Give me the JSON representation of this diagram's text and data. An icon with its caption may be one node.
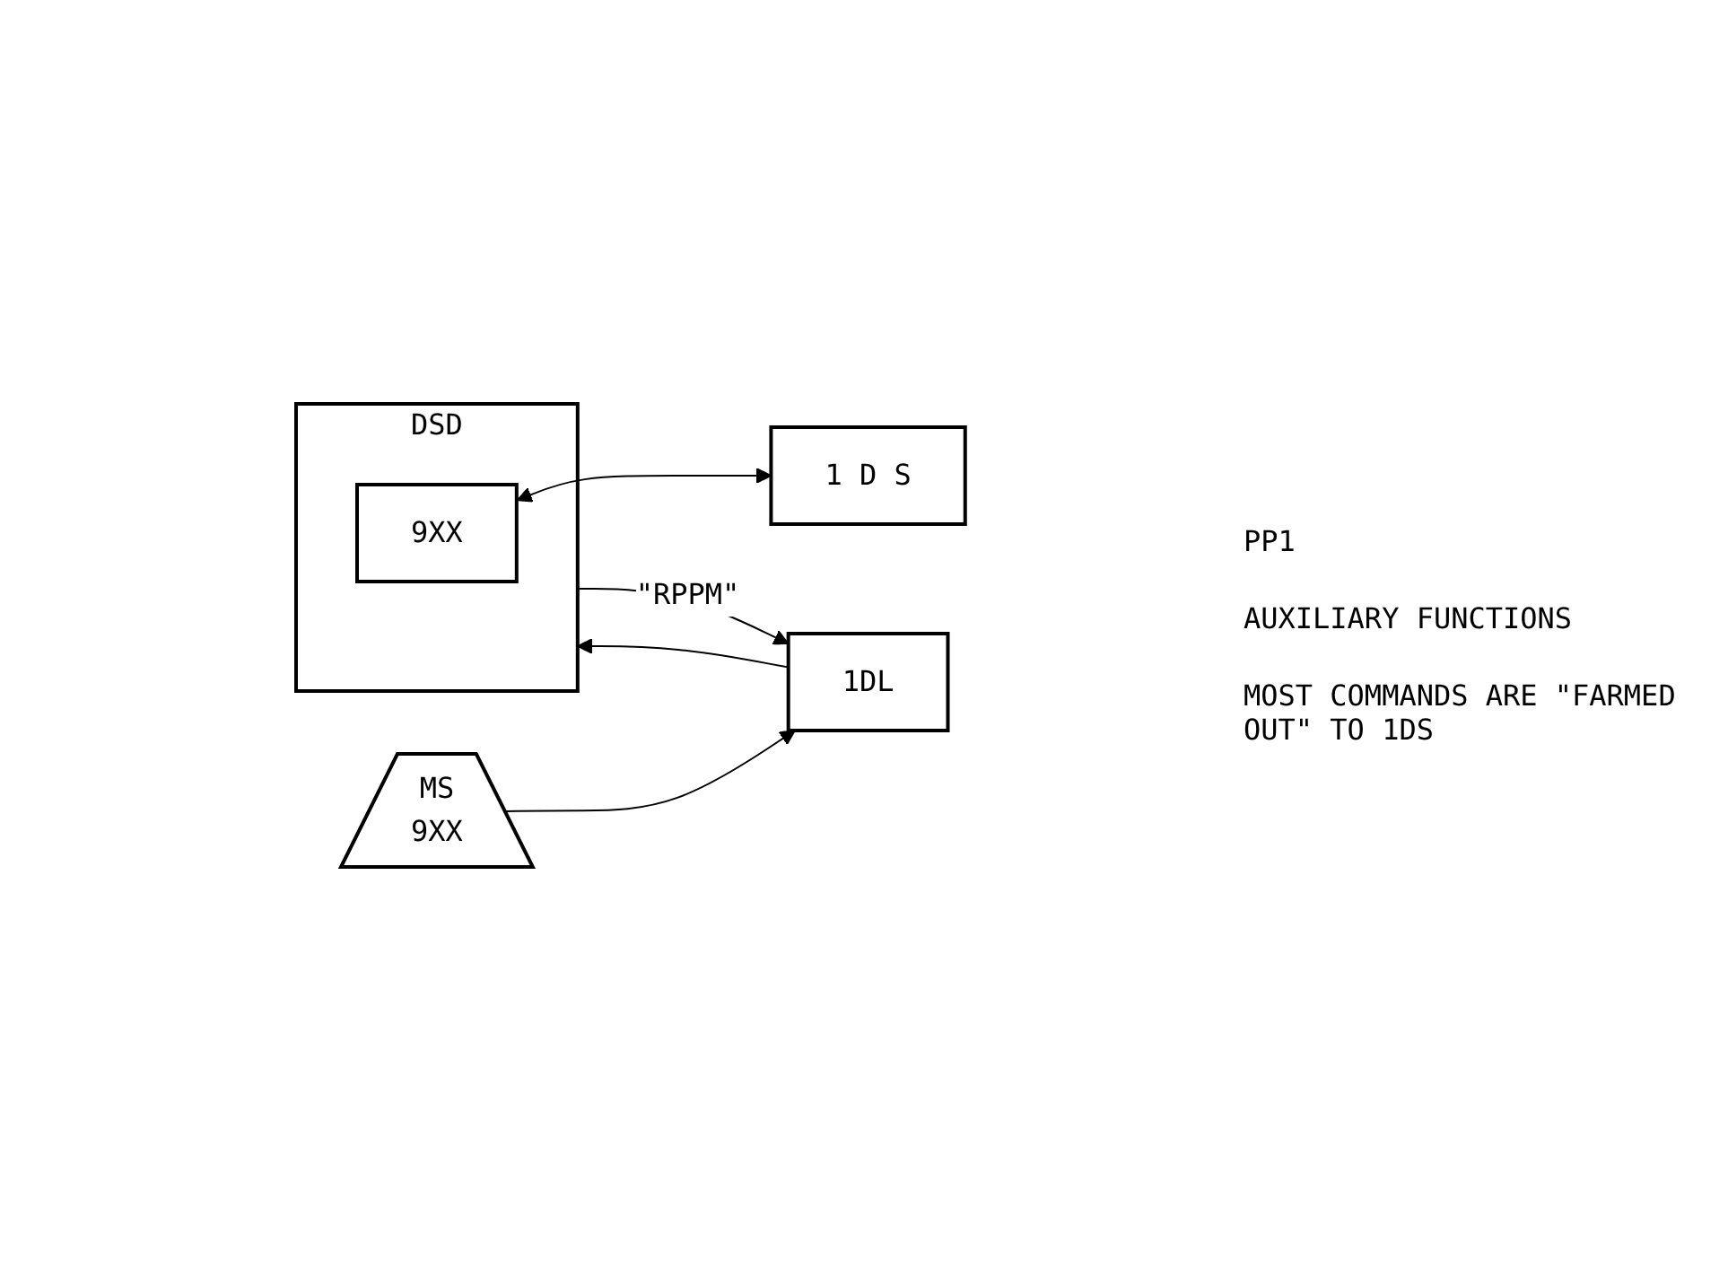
{
  "diagram": {
    "nodes": [
      {
        "text": [
          "DSD"
        ]
      },
      {
        "text": [
          "9XX"
        ],
        "in": 0
      },
      {
        "text": [
          "1DL"
        ]
      },
      {
        "text": [
          "MS",
          "9XX"
        ]
      },
      {
        "text": [
          "1 D S"
        ]
      }
    ],
    "edges": [
      {
        "from": 3,
        "to": 2,
        "arrow": "to"
      },
      {
        "from": 2,
        "to": 0,
        "arrow": "to"
      },
      {
        "from": 0,
        "to": 2,
        "arrow": "to",
        "label": "\"RPPM\""
      },
      {
        "from": 1,
        "to": 4,
        "arrow": "both"
      }
    ],
    "labels": [
      "PP1",
      "AUXILIARY FUNCTIONS",
      "MOST COMMANDS ARE \"FARMED OUT\" TO 1DS"
    ]
  }
}
